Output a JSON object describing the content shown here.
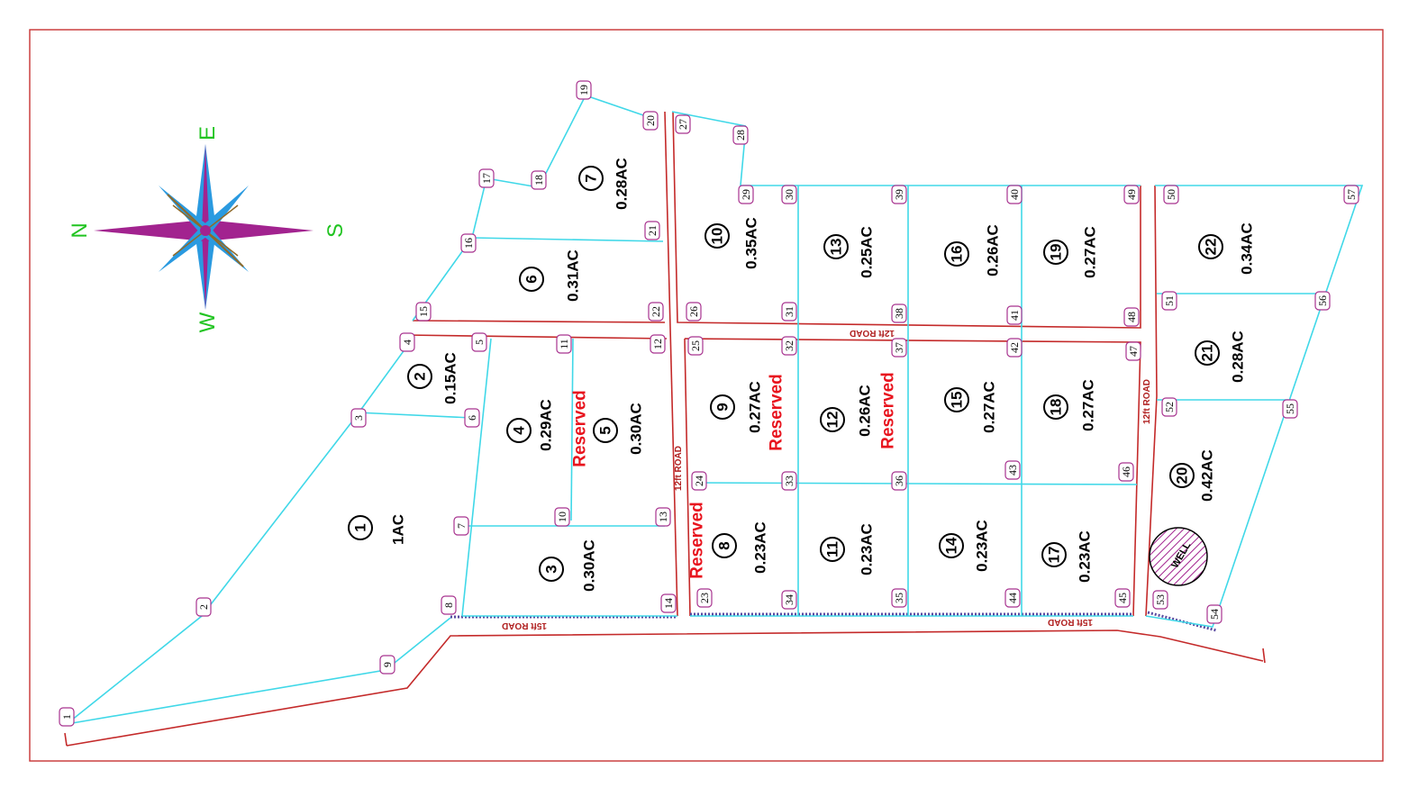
{
  "compass": {
    "east": "E",
    "north": "N",
    "south": "S",
    "west": "W"
  },
  "roads": {
    "road_12ft": "12ft ROAD",
    "road_15ft": "15ft ROAD"
  },
  "reserved_label": "Reserved",
  "well_label": "WELL",
  "plots": [
    {
      "no": "1",
      "area": "1AC"
    },
    {
      "no": "2",
      "area": "0.15AC"
    },
    {
      "no": "3",
      "area": "0.30AC"
    },
    {
      "no": "4",
      "area": "0.29AC"
    },
    {
      "no": "5",
      "area": "0.30AC",
      "note": "Reserved"
    },
    {
      "no": "6",
      "area": "0.31AC"
    },
    {
      "no": "7",
      "area": "0.28AC"
    },
    {
      "no": "8",
      "area": "0.23AC",
      "note": "Reserved"
    },
    {
      "no": "9",
      "area": "0.27AC",
      "note": "Reserved"
    },
    {
      "no": "10",
      "area": "0.35AC"
    },
    {
      "no": "11",
      "area": "0.23AC"
    },
    {
      "no": "12",
      "area": "0.26AC",
      "note": "Reserved"
    },
    {
      "no": "13",
      "area": "0.25AC"
    },
    {
      "no": "14",
      "area": "0.23AC"
    },
    {
      "no": "15",
      "area": "0.27AC"
    },
    {
      "no": "16",
      "area": "0.26AC"
    },
    {
      "no": "17",
      "area": "0.23AC"
    },
    {
      "no": "18",
      "area": "0.27AC"
    },
    {
      "no": "19",
      "area": "0.27AC"
    },
    {
      "no": "20",
      "area": "0.42AC"
    },
    {
      "no": "21",
      "area": "0.28AC"
    },
    {
      "no": "22",
      "area": "0.34AC"
    }
  ],
  "survey_points": [
    "1",
    "2",
    "3",
    "4",
    "5",
    "6",
    "7",
    "8",
    "9",
    "10",
    "11",
    "12",
    "13",
    "14",
    "15",
    "16",
    "17",
    "18",
    "19",
    "20",
    "21",
    "22",
    "23",
    "24",
    "25",
    "26",
    "27",
    "28",
    "29",
    "30",
    "31",
    "32",
    "33",
    "34",
    "35",
    "36",
    "37",
    "38",
    "39",
    "40",
    "41",
    "42",
    "43",
    "44",
    "45",
    "46",
    "47",
    "48",
    "49",
    "50",
    "51",
    "52",
    "53",
    "54",
    "55",
    "56",
    "57"
  ]
}
